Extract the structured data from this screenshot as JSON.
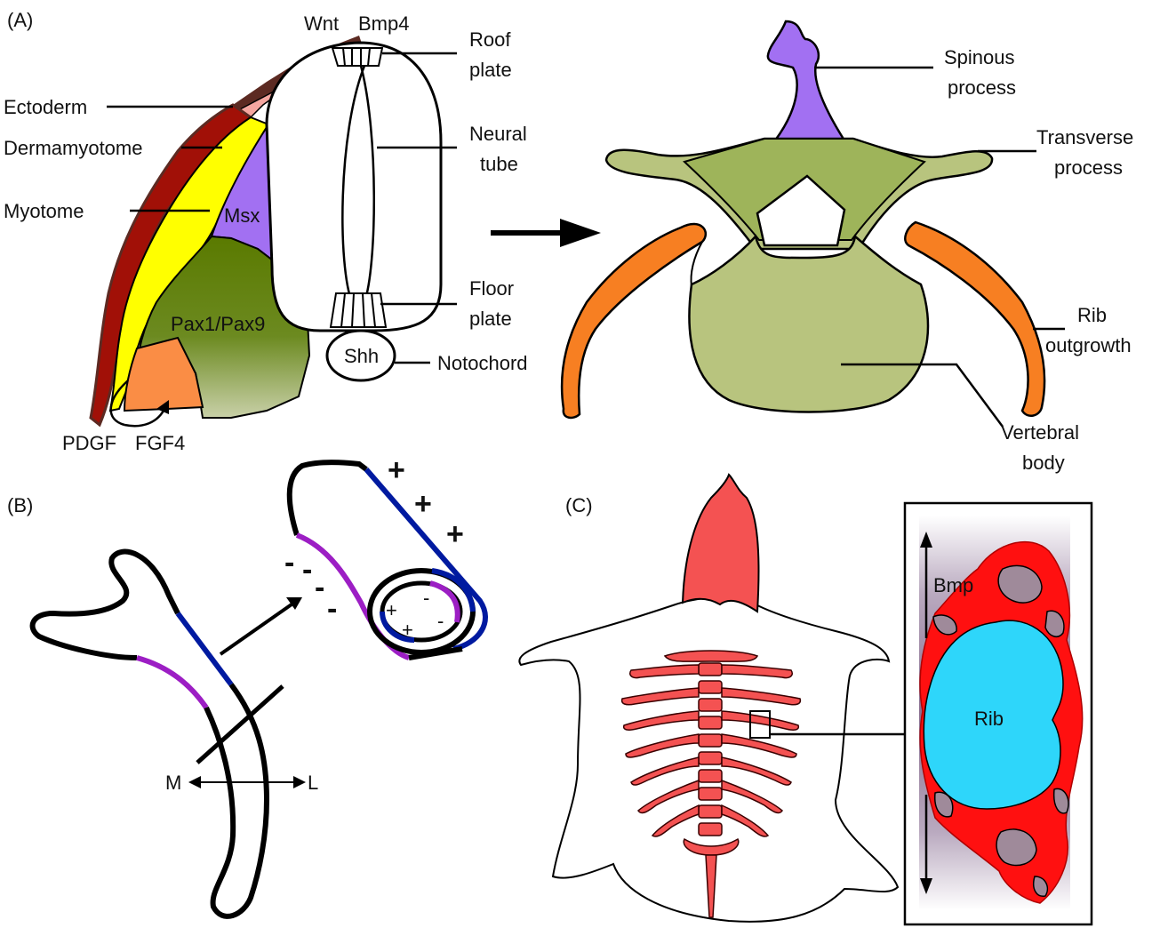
{
  "panels": {
    "a": "(A)",
    "b": "(B)",
    "c": "(C)"
  },
  "panel_a": {
    "wnt": "Wnt",
    "bmp4": "Bmp4",
    "roof": [
      "Roof",
      "plate"
    ],
    "ectoderm": "Ectoderm",
    "dermamyotome": "Dermamyotome",
    "myotome": "Myotome",
    "neural": [
      "Neural",
      "tube"
    ],
    "msx": "Msx",
    "pax": "Pax1/Pax9",
    "floor": [
      "Floor",
      "plate"
    ],
    "shh": "Shh",
    "notochord": "Notochord",
    "pdgf": "PDGF",
    "fgf4": "FGF4",
    "spinous": [
      "Spinous",
      "process"
    ],
    "transverse": [
      "Transverse",
      "process"
    ],
    "rib": [
      "Rib",
      "outgrowth"
    ],
    "vertebral": [
      "Vertebral",
      "body"
    ]
  },
  "panel_b": {
    "plus": "+",
    "minus": "-",
    "m": "M",
    "l": "L"
  },
  "panel_c": {
    "bmp": "Bmp",
    "rib": "Rib"
  },
  "colors": {
    "ectoderm": "#5c2a22",
    "ectoderm_pink": "#f5a6a0",
    "dermamyotome": "#a11007",
    "myotome": "#ffff00",
    "msx": "#a270f2",
    "pax": "#5a7a00",
    "orange": "#fa8d45",
    "rib_orange": "#f77f22",
    "bone": "#b8c47e",
    "bone_dark": "#9eb45a",
    "spinous": "#a270f2",
    "blue": "#001aa0",
    "purple": "#9c1ec4",
    "turtle_red": "#f45252",
    "rib_blue": "#2ed6fa",
    "rib_red": "#ff1010"
  }
}
